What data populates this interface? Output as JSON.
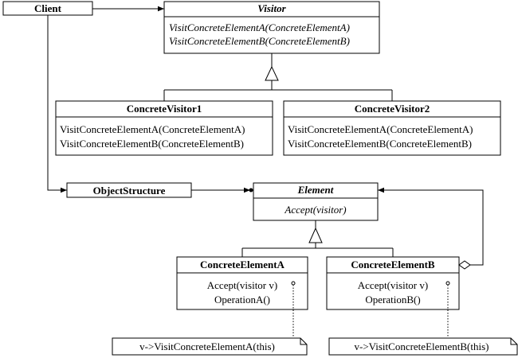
{
  "client": {
    "label": "Client"
  },
  "visitor": {
    "title": "Visitor",
    "ops": [
      "VisitConcreteElementA(ConcreteElementA)",
      "VisitConcreteElementB(ConcreteElementB)"
    ]
  },
  "concrete_visitor1": {
    "title": "ConcreteVisitor1",
    "ops": [
      "VisitConcreteElementA(ConcreteElementA)",
      "VisitConcreteElementB(ConcreteElementB)"
    ]
  },
  "concrete_visitor2": {
    "title": "ConcreteVisitor2",
    "ops": [
      "VisitConcreteElementA(ConcreteElementA)",
      "VisitConcreteElementB(ConcreteElementB)"
    ]
  },
  "object_structure": {
    "label": "ObjectStructure"
  },
  "element": {
    "title": "Element",
    "op": "Accept(visitor)"
  },
  "concrete_element_a": {
    "title": "ConcreteElementA",
    "ops": [
      "Accept(visitor v)",
      "OperationA()"
    ],
    "note": "v->VisitConcreteElementA(this)"
  },
  "concrete_element_b": {
    "title": "ConcreteElementB",
    "ops": [
      "Accept(visitor v)",
      "OperationB()"
    ],
    "note": "v->VisitConcreteElementB(this)"
  }
}
